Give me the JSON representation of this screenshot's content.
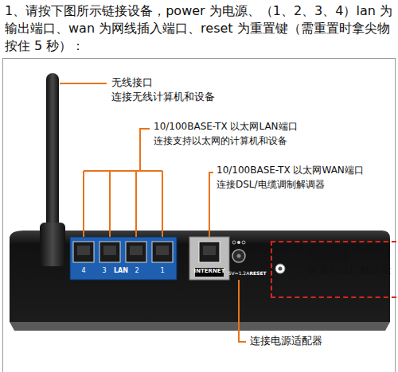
{
  "diagram": {
    "title": "1、请按下图所示链接设备，power 为电源、（1、2、3、4）lan 为输出端口、wan 为网线插入端口、reset 为重置键（需重置时拿尖物按住 5 秒）：",
    "nodes": [
      {
        "text": [
          "复位按钮",
          "恢复到出厂默认设"
        ]
      }
    ],
    "labels": [
      "无线接口",
      "连接无线计算机和设备",
      "10/100BASE-TX 以太网LAN端口",
      "连接支持以太网的计算机和设备",
      "10/100BASE-TX 以太网WAN端口",
      "连接DSL/电缆调制解调器",
      "4",
      "3",
      "LAN",
      "2",
      "1",
      "INTERNET",
      "5V=1.2A",
      "RESET",
      "连接电源适配器"
    ]
  }
}
